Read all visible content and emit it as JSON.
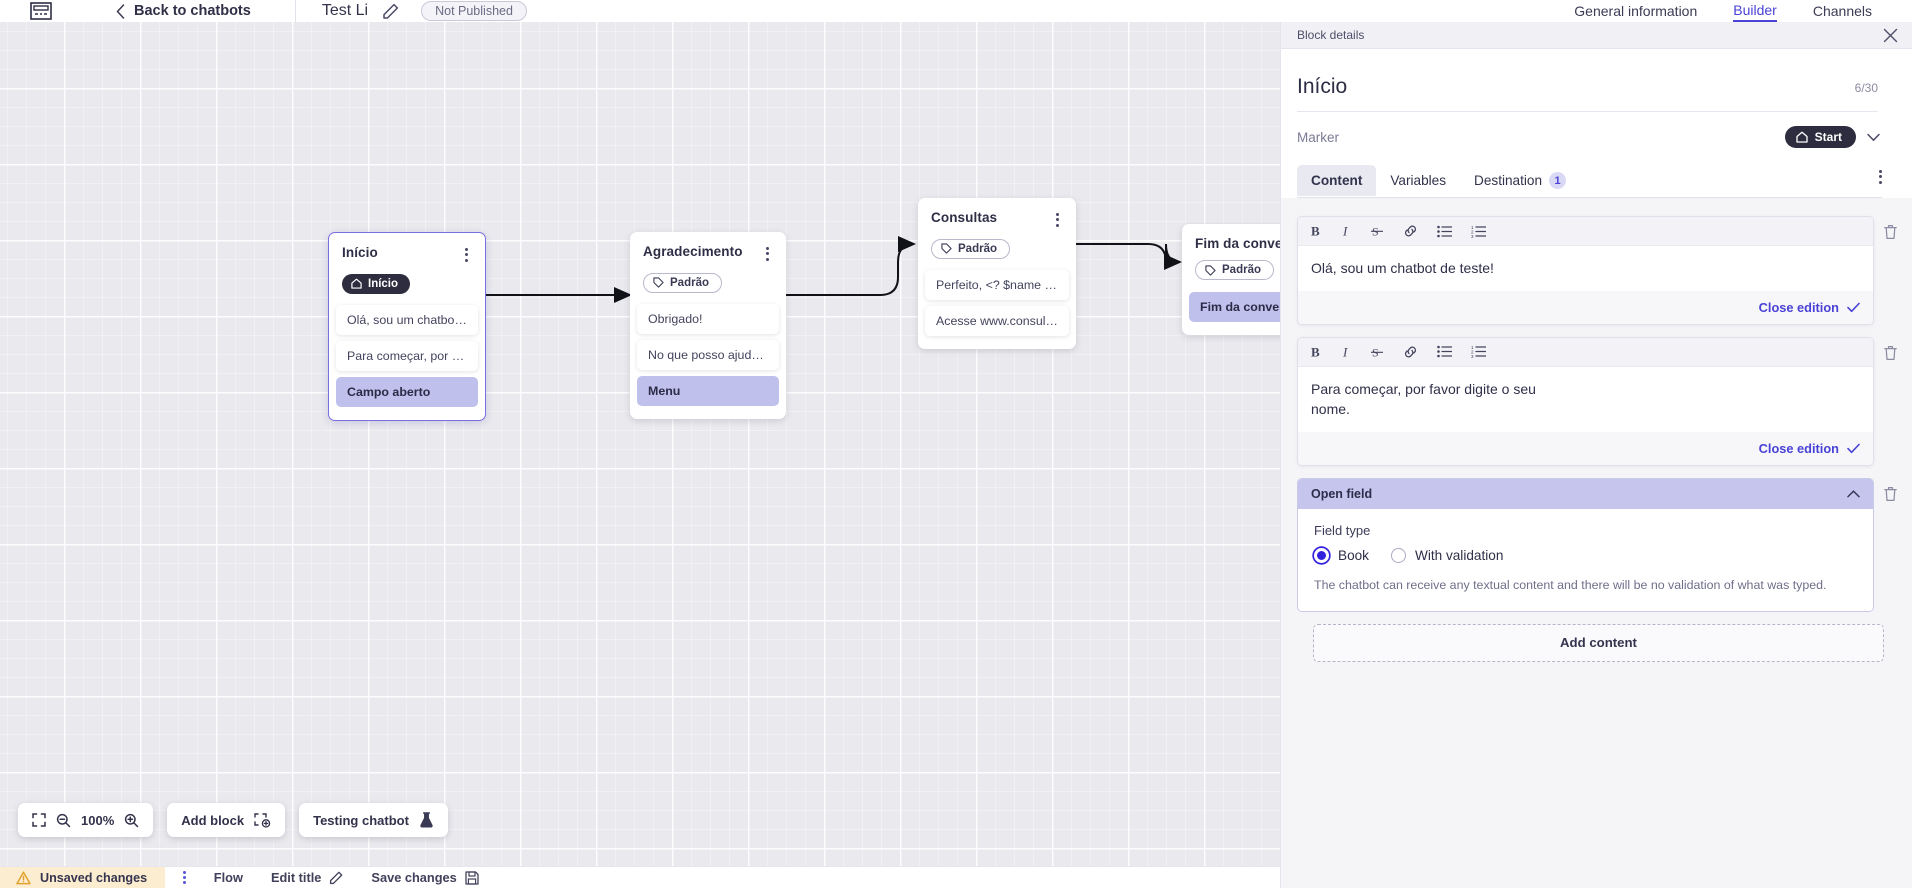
{
  "topbar": {
    "logo_icon": "chatbot-logo-icon",
    "back_label": "Back to chatbots",
    "back_chevron_icon": "chevron-left-icon",
    "chatbot_title": "Test Li",
    "edit_title_icon": "pencil-icon",
    "publish_status": "Not Published"
  },
  "canvas": {
    "zoom_level": "100%",
    "fit_icon": "fit-screen-icon",
    "zoom_out_icon": "zoom-out-icon",
    "zoom_in_icon": "zoom-in-icon",
    "add_block_label": "Add block",
    "add_block_icon": "add-block-icon",
    "testing_label": "Testing chatbot",
    "testing_icon": "flask-icon",
    "nodes": [
      {
        "id": "inicio",
        "title": "Início",
        "marker": "Início",
        "marker_type": "start",
        "marker_icon": "home-icon",
        "selected": true,
        "items": [
          {
            "text": "Olá, sou um chatbot de teste!",
            "highlight": false
          },
          {
            "text": "Para começar, por favor digite o ...",
            "highlight": false
          },
          {
            "text": "Campo aberto",
            "highlight": true
          }
        ]
      },
      {
        "id": "agradecimento",
        "title": "Agradecimento",
        "marker": "Padrão",
        "marker_type": "default",
        "marker_icon": "tag-icon",
        "selected": false,
        "items": [
          {
            "text": "Obrigado!",
            "highlight": false
          },
          {
            "text": "No que posso ajudar, <? $name ...",
            "highlight": false
          },
          {
            "text": "Menu",
            "highlight": true
          }
        ]
      },
      {
        "id": "consultas",
        "title": "Consultas",
        "marker": "Padrão",
        "marker_type": "default",
        "marker_icon": "tag-icon",
        "selected": false,
        "items": [
          {
            "text": "Perfeito, <? $name ?>!",
            "highlight": false
          },
          {
            "text": "Acesse www.consultas.com par...",
            "highlight": false
          }
        ]
      },
      {
        "id": "fim",
        "title": "Fim da conversa",
        "marker": "Padrão",
        "marker_type": "default",
        "marker_icon": "tag-icon",
        "selected": false,
        "items": [
          {
            "text": "Fim da conversa",
            "highlight": true
          }
        ]
      }
    ]
  },
  "statusbar": {
    "unsaved_label": "Unsaved changes",
    "warning_icon": "warning-triangle-icon",
    "kebab_icon": "kebab-menu-icon",
    "flow_label": "Flow",
    "edit_title_label": "Edit title",
    "edit_title_icon": "pencil-icon",
    "save_label": "Save changes",
    "save_icon": "save-disk-icon"
  },
  "panel": {
    "top_tabs": [
      {
        "label": "General information",
        "active": false
      },
      {
        "label": "Builder",
        "active": true
      },
      {
        "label": "Channels",
        "active": false
      }
    ],
    "header_label": "Block details",
    "close_icon": "close-icon",
    "block_title": "Início",
    "char_count": "6/30",
    "marker_label": "Marker",
    "marker_chip": "Start",
    "marker_chip_icon": "home-icon",
    "marker_chevron_icon": "chevron-down-icon",
    "tabs": [
      {
        "label": "Content",
        "active": true,
        "badge": null
      },
      {
        "label": "Variables",
        "active": false,
        "badge": null
      },
      {
        "label": "Destination",
        "active": false,
        "badge": "1"
      }
    ],
    "tabs_kebab_icon": "kebab-menu-icon",
    "toolbar_icons": [
      "bold-icon",
      "italic-icon",
      "strikethrough-icon",
      "link-icon",
      "bullet-list-icon",
      "numbered-list-icon"
    ],
    "delete_icon": "trash-icon",
    "content_blocks": [
      {
        "type": "richtext",
        "text": "Olá, sou um chatbot de teste!",
        "close_label": "Close edition",
        "check_icon": "check-icon"
      },
      {
        "type": "richtext",
        "text": "Para começar, por favor digite o seu nome.",
        "close_label": "Close edition",
        "check_icon": "check-icon"
      }
    ],
    "open_field": {
      "header": "Open field",
      "collapse_icon": "chevron-up-icon",
      "field_type_label": "Field type",
      "options": [
        {
          "label": "Book",
          "selected": true
        },
        {
          "label": "With validation",
          "selected": false
        }
      ],
      "description": "The chatbot can receive any textual content and there will be no validation of what was typed."
    },
    "add_content_label": "Add content"
  },
  "colors": {
    "accent": "#4a42d6",
    "highlight": "#bfc0ec",
    "dark_chip": "#2d2d3f",
    "canvas_bg": "#eaeaee",
    "unsaved_bg": "#fcecd0"
  }
}
